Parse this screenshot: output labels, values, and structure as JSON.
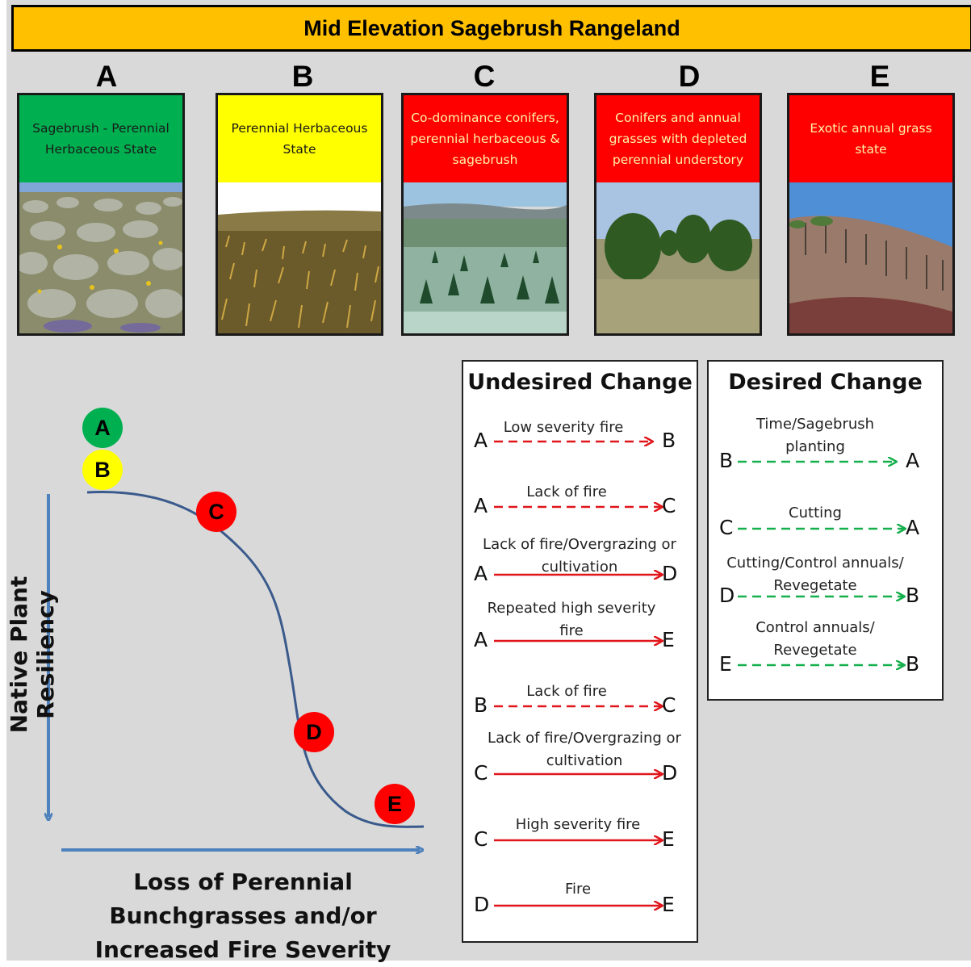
{
  "title": "Mid Elevation Sagebrush Rangeland",
  "colors": {
    "title_bar": "#ffc000",
    "green": "#00b050",
    "yellow": "#ffff00",
    "red": "#ff0000",
    "undesired_arrow": "#e0161b",
    "desired_arrow": "#14b04c",
    "axis_arrow": "#4f81bd",
    "curve": "#3a5a8c"
  },
  "states": [
    {
      "letter": "A",
      "label": "Sagebrush - Perennial Herbaceous State",
      "color": "#00b050",
      "text_color": "#1a1a1a",
      "photo": "sagebrush-photo"
    },
    {
      "letter": "B",
      "label": "Perennial Herbaceous State",
      "color": "#ffff00",
      "text_color": "#1a1a1a",
      "photo": "grassland-photo"
    },
    {
      "letter": "C",
      "label": "Co-dominance conifers, perennial herbaceous & sagebrush",
      "color": "#ff0000",
      "text_color": "#fff2a8",
      "photo": "conifer-valley-photo"
    },
    {
      "letter": "D",
      "label": "Conifers and annual grasses with depleted perennial understory",
      "color": "#ff0000",
      "text_color": "#fff2a8",
      "photo": "juniper-photo"
    },
    {
      "letter": "E",
      "label": "Exotic annual grass state",
      "color": "#ff0000",
      "text_color": "#fff2a8",
      "photo": "burned-slope-photo"
    }
  ],
  "undesired": {
    "title": "Undesired Change",
    "transitions": [
      {
        "from": "A",
        "to": "B",
        "label": "Low severity fire",
        "style": "dashed"
      },
      {
        "from": "A",
        "to": "C",
        "label": "Lack of fire",
        "style": "dashed"
      },
      {
        "from": "A",
        "to": "D",
        "label": "Lack of fire/Overgrazing or cultivation",
        "style": "solid"
      },
      {
        "from": "A",
        "to": "E",
        "label": "Repeated high severity fire",
        "style": "solid"
      },
      {
        "from": "B",
        "to": "C",
        "label": "Lack of fire",
        "style": "dashed"
      },
      {
        "from": "C",
        "to": "D",
        "label": "Lack of fire/Overgrazing or cultivation",
        "style": "solid"
      },
      {
        "from": "C",
        "to": "E",
        "label": "High severity fire",
        "style": "solid"
      },
      {
        "from": "D",
        "to": "E",
        "label": "Fire",
        "style": "solid"
      }
    ]
  },
  "desired": {
    "title": "Desired Change",
    "transitions": [
      {
        "from": "B",
        "to": "A",
        "label": "Time/Sagebrush planting",
        "style": "dashed"
      },
      {
        "from": "C",
        "to": "A",
        "label": "Cutting",
        "style": "dashed"
      },
      {
        "from": "D",
        "to": "B",
        "label": "Cutting/Control annuals/ Revegetate",
        "style": "dashed"
      },
      {
        "from": "E",
        "to": "B",
        "label": "Control annuals/ Revegetate",
        "style": "dashed"
      }
    ]
  },
  "resilience_chart": {
    "y_axis_label": "Native Plant Resiliency",
    "x_axis_label": "Loss of Perennial Bunchgrasses and/or Increased Fire Severity",
    "markers": [
      {
        "letter": "A",
        "color": "#00b050"
      },
      {
        "letter": "B",
        "color": "#ffff00"
      },
      {
        "letter": "C",
        "color": "#ff0000"
      },
      {
        "letter": "D",
        "color": "#ff0000"
      },
      {
        "letter": "E",
        "color": "#ff0000"
      }
    ]
  }
}
